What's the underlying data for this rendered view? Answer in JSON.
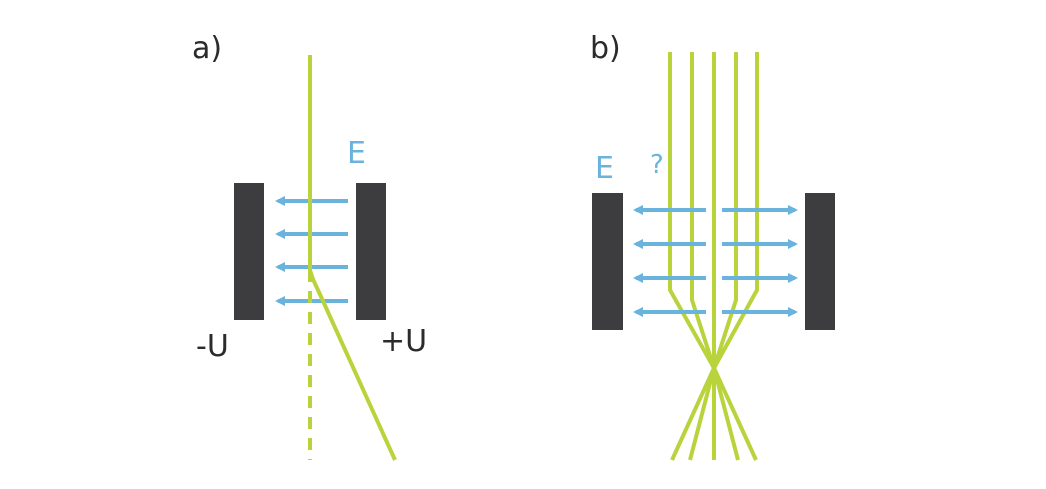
{
  "colors": {
    "beam": "#b9d33c",
    "field": "#6ab3dc",
    "plate": "#3d3d40",
    "text": "#2b2b2b",
    "background": "#ffffff"
  },
  "panel_a": {
    "label": "a)",
    "field_label": "E",
    "negative_plate_label": "-U",
    "positive_plate_label": "+U"
  },
  "panel_b": {
    "label": "b)",
    "field_label": "E",
    "question_mark": "?"
  }
}
